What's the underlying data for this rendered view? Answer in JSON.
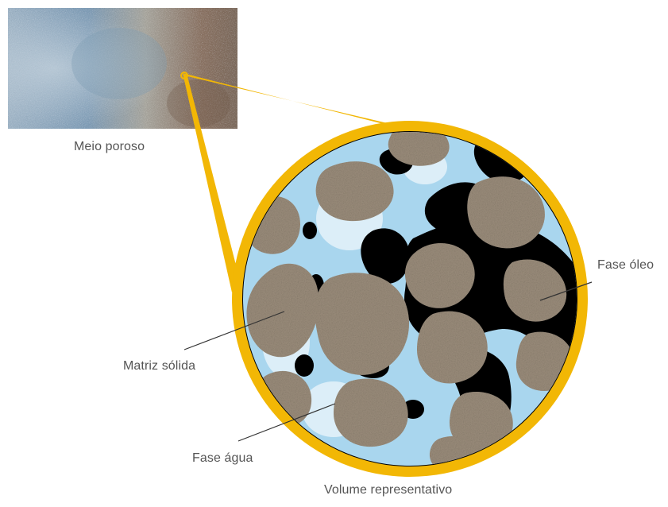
{
  "figure": {
    "labels": {
      "porous_medium": "Meio poroso",
      "solid_matrix": "Matriz sólida",
      "water_phase": "Fase água",
      "oil_phase": "Fase óleo",
      "representative_volume": "Volume representativo"
    },
    "colors": {
      "magnifier_ring": "#F2B705",
      "solid_grain": "#9C8E7C",
      "water": "#A9D6EE",
      "water_light": "#DCEEF8",
      "oil": "#000000",
      "photo_blue": "#7E9CB6",
      "photo_brown": "#8A7262",
      "leader_line": "#333333",
      "label_text": "#555555"
    }
  }
}
